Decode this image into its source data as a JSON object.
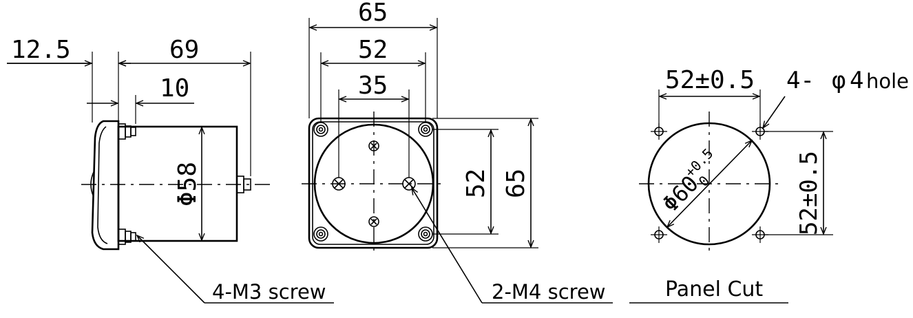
{
  "side_view": {
    "dim_flange_thickness": "12.5",
    "dim_body_length": "69",
    "dim_terminal_offset": "10",
    "dim_body_diameter": "Φ58",
    "screw_callout": "4-M3 screw"
  },
  "front_view": {
    "dim_overall_width": "65",
    "dim_mount_spacing": "52",
    "dim_screw_spacing": "35",
    "dim_mount_spacing_vertical": "52",
    "dim_overall_height": "65",
    "screw_callout": "2-M4 screw"
  },
  "panel_cut": {
    "dim_hole_spacing_horizontal": "52±0.5",
    "hole_callout_prefix": "4-",
    "hole_callout_symbol": "φ",
    "hole_callout_size": "4",
    "hole_callout_suffix": "hole",
    "dim_cutout_diameter": "Φ60",
    "tol_upper": "+0.5",
    "tol_lower": "0",
    "dim_hole_spacing_vertical": "52±0.5",
    "title": "Panel Cut"
  }
}
